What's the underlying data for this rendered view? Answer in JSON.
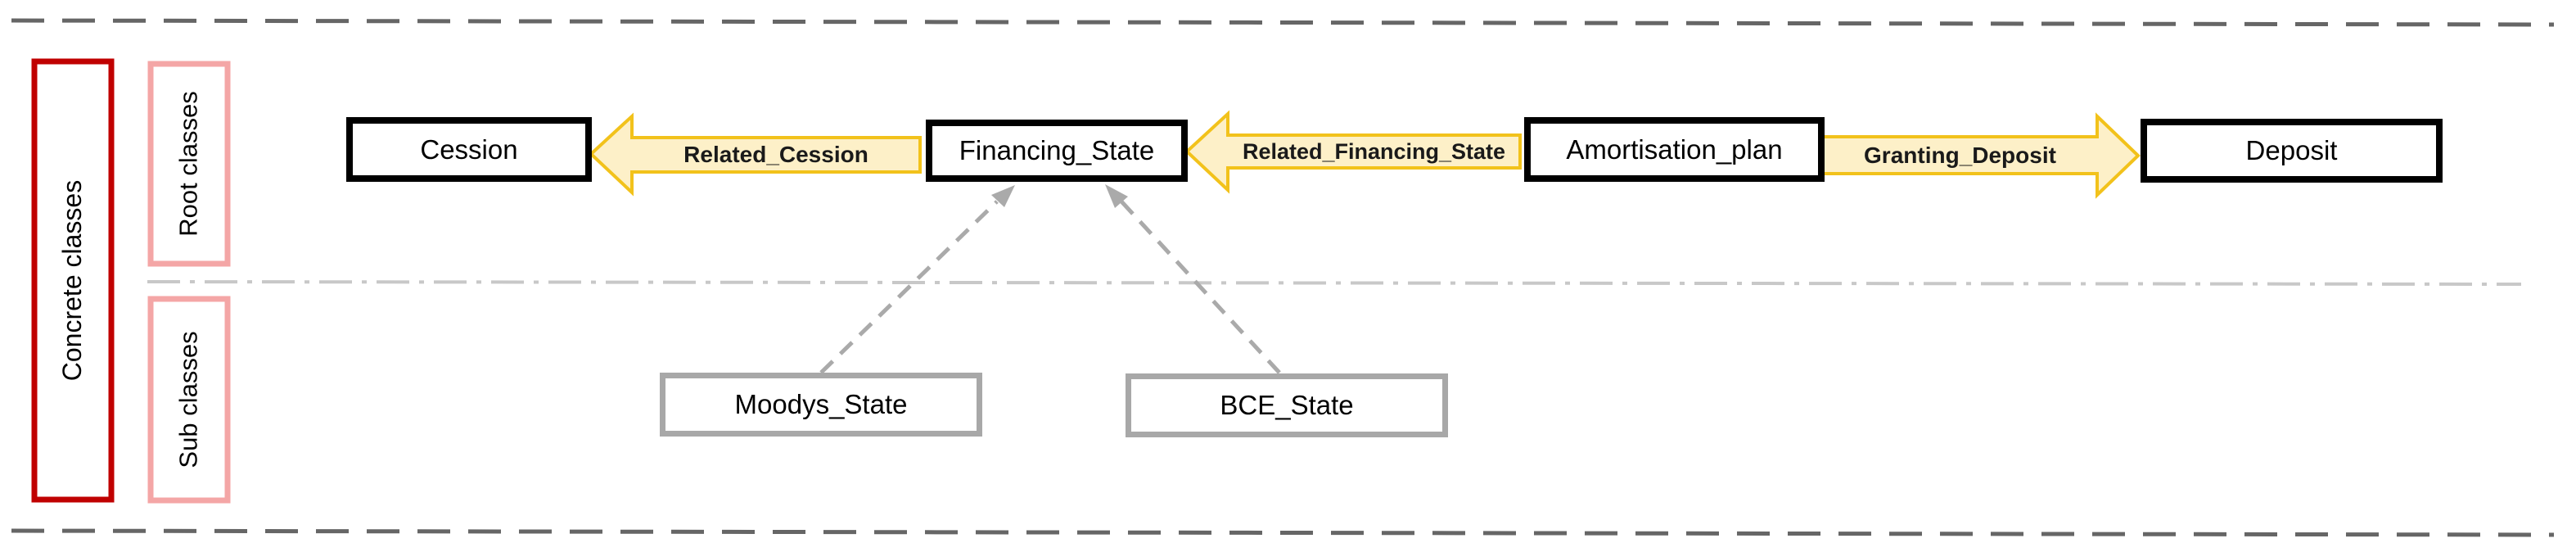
{
  "lanes": {
    "concrete": "Concrete classes",
    "root": "Root classes",
    "sub": "Sub classes"
  },
  "root_classes": {
    "cession": "Cession",
    "financing_state": "Financing_State",
    "amortisation_plan": "Amortisation_plan",
    "deposit": "Deposit"
  },
  "sub_classes": {
    "moodys_state": "Moodys_State",
    "bce_state": "BCE_State"
  },
  "relations": {
    "related_cession": "Related_Cession",
    "related_financing_state": "Related_Financing_State",
    "granting_deposit": "Granting_Deposit"
  },
  "colors": {
    "lane_concrete_border": "#c00000",
    "lane_root_border": "#f4a6a6",
    "relation_fill": "#fdf0c8",
    "relation_stroke": "#f2c21b",
    "root_border": "#000000",
    "sub_border": "#a8a8a8",
    "dashed_line": "#666666"
  }
}
